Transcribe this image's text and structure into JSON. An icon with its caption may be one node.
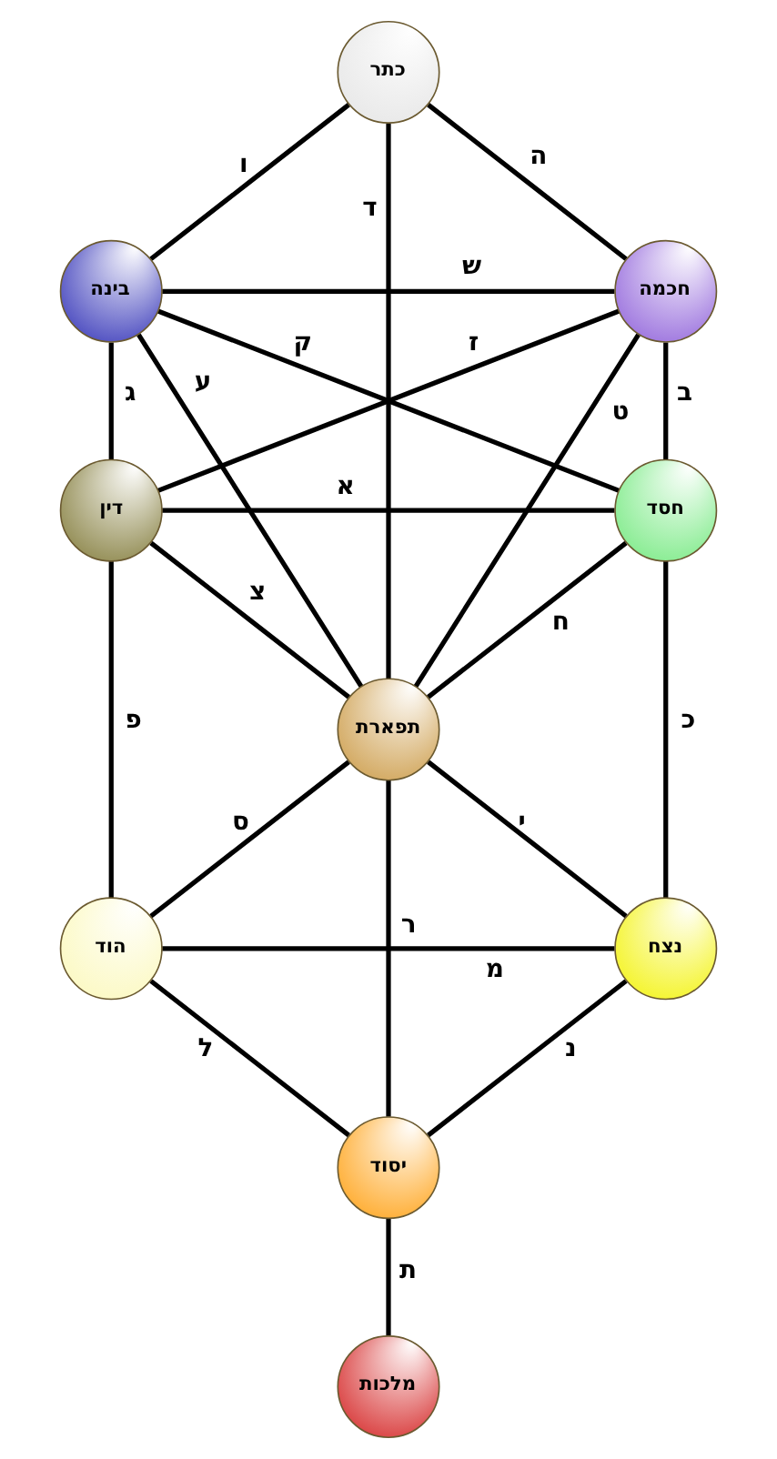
{
  "diagram": {
    "nodes": [
      {
        "text": [
          "כתר"
        ]
      },
      {
        "text": [
          "בינה"
        ]
      },
      {
        "text": [
          "חכמה"
        ]
      },
      {
        "text": [
          "דין"
        ]
      },
      {
        "text": [
          "חסד"
        ]
      },
      {
        "text": [
          "תפארת"
        ]
      },
      {
        "text": [
          "הוד"
        ]
      },
      {
        "text": [
          "נצח"
        ]
      },
      {
        "text": [
          "יסוד"
        ]
      },
      {
        "text": [
          "מלכות"
        ]
      }
    ],
    "edges": [
      {
        "from": 0,
        "to": 1,
        "arrow": "none",
        "label": "ו"
      },
      {
        "from": 0,
        "to": 2,
        "arrow": "none",
        "label": "ה"
      },
      {
        "from": 0,
        "to": 5,
        "arrow": "none",
        "label": "ד"
      },
      {
        "from": 1,
        "to": 2,
        "arrow": "none",
        "label": "ש"
      },
      {
        "from": 1,
        "to": 4,
        "arrow": "none",
        "label": "ק"
      },
      {
        "from": 2,
        "to": 3,
        "arrow": "none",
        "label": "ז"
      },
      {
        "from": 1,
        "to": 3,
        "arrow": "none",
        "label": "ג"
      },
      {
        "from": 2,
        "to": 4,
        "arrow": "none",
        "label": "ב"
      },
      {
        "from": 1,
        "to": 5,
        "arrow": "none",
        "label": "ע"
      },
      {
        "from": 2,
        "to": 5,
        "arrow": "none",
        "label": "ט"
      },
      {
        "from": 3,
        "to": 4,
        "arrow": "none",
        "label": "א"
      },
      {
        "from": 3,
        "to": 5,
        "arrow": "none",
        "label": "צ"
      },
      {
        "from": 4,
        "to": 5,
        "arrow": "none",
        "label": "ח"
      },
      {
        "from": 3,
        "to": 6,
        "arrow": "none",
        "label": "פ"
      },
      {
        "from": 4,
        "to": 7,
        "arrow": "none",
        "label": "כ"
      },
      {
        "from": 5,
        "to": 6,
        "arrow": "none",
        "label": "ס"
      },
      {
        "from": 5,
        "to": 7,
        "arrow": "none",
        "label": "י"
      },
      {
        "from": 5,
        "to": 8,
        "arrow": "none",
        "label": "ר"
      },
      {
        "from": 6,
        "to": 7,
        "arrow": "none",
        "label": "מ"
      },
      {
        "from": 6,
        "to": 8,
        "arrow": "none",
        "label": "ל"
      },
      {
        "from": 7,
        "to": 8,
        "arrow": "none",
        "label": "נ"
      },
      {
        "from": 8,
        "to": 9,
        "arrow": "none",
        "label": "ת"
      }
    ]
  }
}
